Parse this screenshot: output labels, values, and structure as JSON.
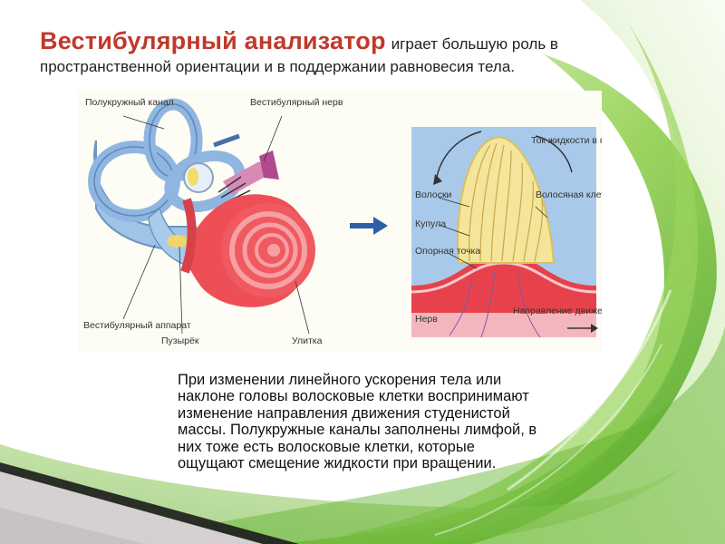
{
  "slide": {
    "title_strong": "Вестибулярный анализатор",
    "title_rest": "играет большую роль в",
    "title_line2": "пространственной ориентации и в поддержании равновесия тела.",
    "figure": {
      "left_labels": {
        "canal": "Полукружный канал",
        "nerve": "Вестибулярный нерв",
        "apparatus": "Вестибулярный аппарат",
        "vesicle": "Пузырёк",
        "cochlea": "Улитка"
      },
      "right_labels": {
        "flow": "Ток жидкости в канале",
        "hairs": "Волоски",
        "cupula": "Купула",
        "support": "Опорная точка",
        "hair_cell": "Волосяная клетка",
        "nerve": "Нерв",
        "direction": "Направление движения"
      }
    },
    "paragraph": "При изменении линейного ускорения тела или наклоне головы волосковые клетки воспринимают изменение направления движения студенистой массы. Полукружные каналы заполнены лимфой, в них тоже есть волосковые клетки, которые ощущают смещение жидкости при вращении."
  },
  "colors": {
    "title_accent": "#c0392b",
    "leaf_green": "#6dbb2e"
  }
}
